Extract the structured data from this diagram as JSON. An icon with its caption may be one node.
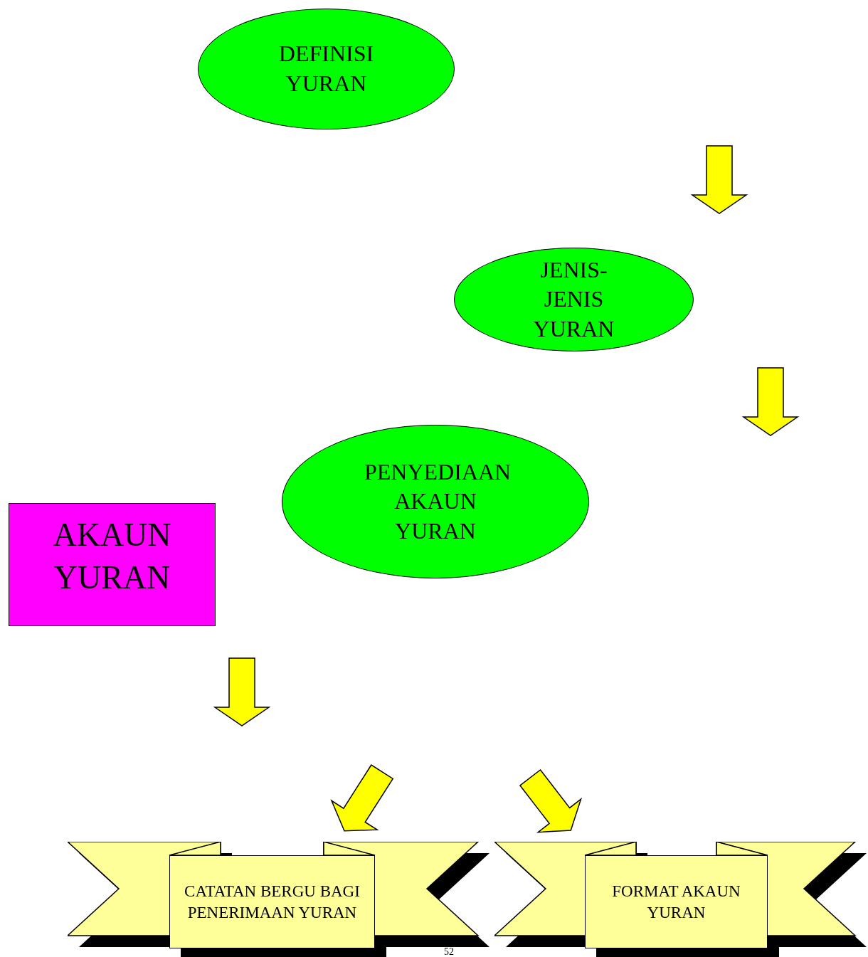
{
  "diagram": {
    "nodes": [
      {
        "text": [
          "DEFINISI YURAN"
        ]
      },
      {
        "text": [],
        "shape": "arrow"
      },
      {
        "text": [
          "JENIS-JENIS YURAN"
        ]
      },
      {
        "text": [],
        "shape": "arrow"
      },
      {
        "text": [
          "PENYEDIAAN AKAUN YURAN"
        ]
      },
      {
        "text": [
          "AKAUN YURAN"
        ]
      },
      {
        "text": [],
        "shape": "arrow"
      },
      {
        "text": [],
        "shape": "arrow"
      },
      {
        "text": [],
        "shape": "arrow"
      },
      {
        "text": [
          "CATATAN BERGU BAGI PENERIMAAN YURAN"
        ]
      },
      {
        "text": [
          "FORMAT AKAUN YURAN"
        ]
      }
    ],
    "labels": [
      "52"
    ]
  }
}
